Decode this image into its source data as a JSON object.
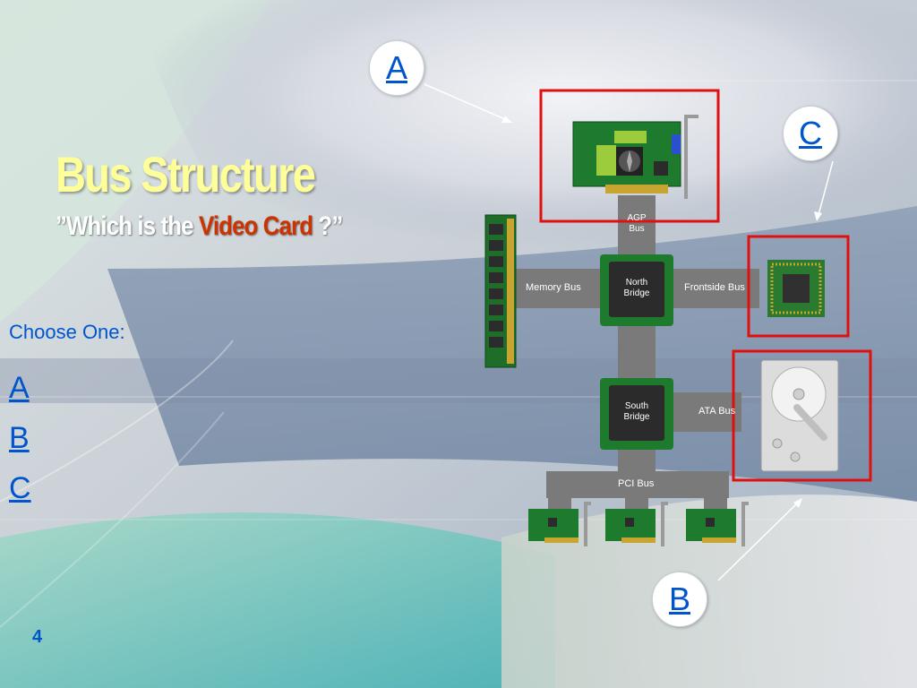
{
  "slide": {
    "title": "Bus Structure",
    "subtitle_pre": "”Which is the ",
    "subtitle_highlight": "Video Card",
    "subtitle_post": " ?”",
    "choose_label": "Choose One:",
    "options": [
      "A",
      "B",
      "C"
    ],
    "page_number": "4"
  },
  "callouts": {
    "a": "A",
    "b": "B",
    "c": "C"
  },
  "diagram": {
    "agp_bus_line1": "AGP",
    "agp_bus_line2": "Bus",
    "memory_bus": "Memory Bus",
    "frontside_bus": "Frontside Bus",
    "north_bridge_line1": "North",
    "north_bridge_line2": "Bridge",
    "south_bridge_line1": "South",
    "south_bridge_line2": "Bridge",
    "ata_bus": "ATA Bus",
    "pci_bus": "PCI Bus"
  },
  "colors": {
    "title": "#ffff99",
    "highlight": "#cc3300",
    "link_blue": "#0055cc",
    "bus_gray": "#7a7a7a",
    "chip_green": "#1e7a2c",
    "box_red": "#e01010"
  }
}
